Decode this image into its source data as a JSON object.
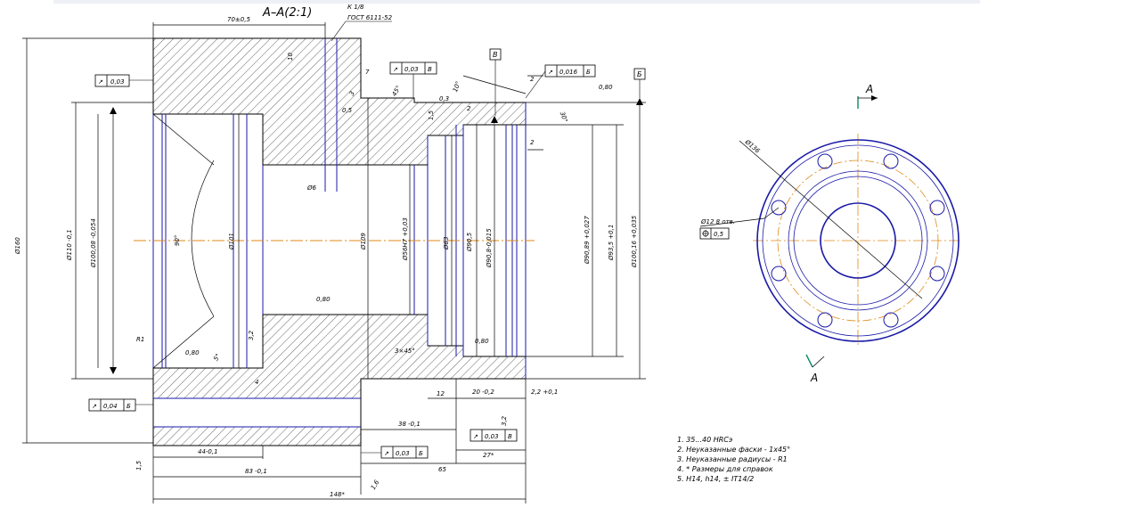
{
  "section_title": "А–А(2:1)",
  "section_marks": [
    "А",
    "А"
  ],
  "datum_labels": [
    "В",
    "Б"
  ],
  "thread_callout": [
    "К 1/8",
    "ГОСТ 6111-52"
  ],
  "tolerance_frames": [
    {
      "symbol": "↗",
      "value": "0,03",
      "datum": ""
    },
    {
      "symbol": "↗",
      "value": "0,03",
      "datum": "В"
    },
    {
      "symbol": "↗",
      "value": "0,016",
      "datum": "Б"
    },
    {
      "symbol": "↗",
      "value": "0,04",
      "datum": "Б"
    },
    {
      "symbol": "↗",
      "value": "0,03",
      "datum": "В"
    },
    {
      "symbol": "↗",
      "value": "0,03",
      "datum": "Б"
    }
  ],
  "dimensions": {
    "top_length": "70±0,5",
    "thread_len": "10",
    "dim_7": "7",
    "dim_2a": "2",
    "dim_2b": "2",
    "dim_2c": "2",
    "dim_03": "0,3",
    "dim_15": "1,5",
    "dim_05": "0,5",
    "dim_3": "3",
    "angle_10": "10°",
    "angle_30": "30°",
    "angle_45": "45°",
    "angle_90": "90°",
    "angle_5": "5°",
    "rough_08a": "0,80",
    "rough_08b": "0,80",
    "rough_08c": "0,80",
    "rough_08d": "0,80",
    "rough_25": "1,6",
    "dia_160": "Ø160",
    "dia_110": "Ø110 -0,1",
    "dia_100": "Ø100,08 -0,054",
    "dia_101": "Ø101",
    "dia_109": "Ø109",
    "dia_56": "Ø56H7 +0,03",
    "dia_83": "Ø83",
    "dia_905": "Ø90,5",
    "dia_908": "Ø90,8-0,015",
    "dia_9089": "Ø90,89 +0,027",
    "dia_935": "Ø93,5 +0,1",
    "dia_10016": "Ø100,16 +0,035",
    "dia_6": "Ø6",
    "r1": "R1",
    "d_4": "4",
    "d_32a": "3,2",
    "d_32b": "3,2",
    "d_345": "3×45°",
    "d_12": "12",
    "d_20": "20 -0,2",
    "d_22": "2,2 +0,1",
    "d_38": "38 -0,1",
    "d_27": "27*",
    "d_44": "44-0,1",
    "d_83": "83 -0,1",
    "d_65": "65",
    "d_148": "148*",
    "d_15": "1,5"
  },
  "end_view": {
    "pcd": "Ø136",
    "holes": "Ø12  8 отв.",
    "position_tol": "0,5"
  },
  "notes": [
    "1. 35...40 HRCэ",
    "2. Неуказанные фаски - 1х45°",
    "3. Неуказанные радиусы - R1",
    "4. * Размеры для справок",
    "5. H14, h14, ± IT14/2"
  ]
}
